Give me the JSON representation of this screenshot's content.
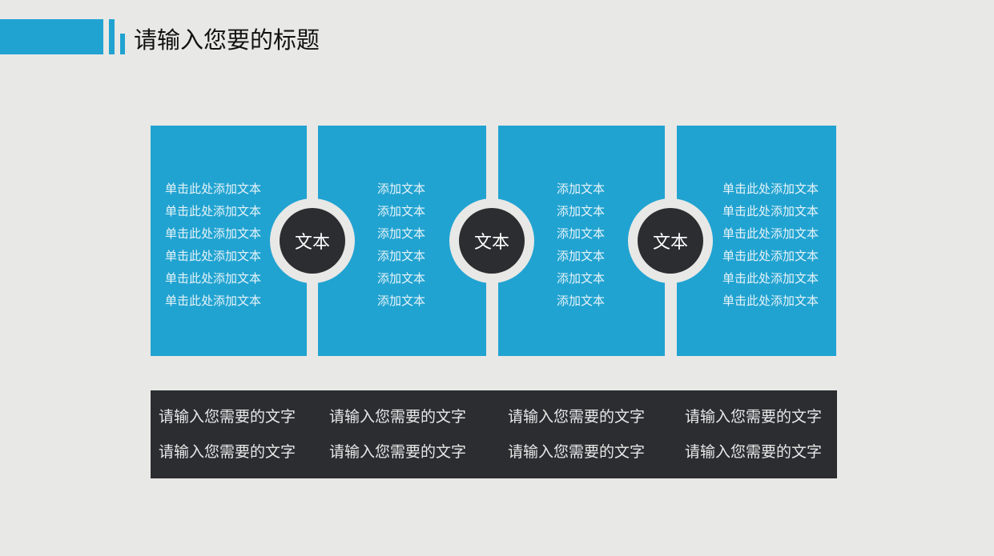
{
  "header": {
    "title": "请输入您要的标题",
    "accent_color": "#21a3d1"
  },
  "panels": [
    {
      "lines": [
        "单击此处添加文本",
        "单击此处添加文本",
        "单击此处添加文本",
        "单击此处添加文本",
        "单击此处添加文本",
        "单击此处添加文本"
      ]
    },
    {
      "lines": [
        "添加文本",
        "添加文本",
        "添加文本",
        "添加文本",
        "添加文本",
        "添加文本"
      ]
    },
    {
      "lines": [
        "添加文本",
        "添加文本",
        "添加文本",
        "添加文本",
        "添加文本",
        "添加文本"
      ]
    },
    {
      "lines": [
        "单击此处添加文本",
        "单击此处添加文本",
        "单击此处添加文本",
        "单击此处添加文本",
        "单击此处添加文本",
        "单击此处添加文本"
      ]
    }
  ],
  "circles": [
    {
      "label": "文本"
    },
    {
      "label": "文本"
    },
    {
      "label": "文本"
    }
  ],
  "footer": {
    "rows": [
      [
        "请输入您需要的文字",
        "请输入您需要的文字",
        "请输入您需要的文字",
        "请输入您需要的文字"
      ],
      [
        "请输入您需要的文字",
        "请输入您需要的文字",
        "请输入您需要的文字",
        "请输入您需要的文字"
      ]
    ]
  }
}
